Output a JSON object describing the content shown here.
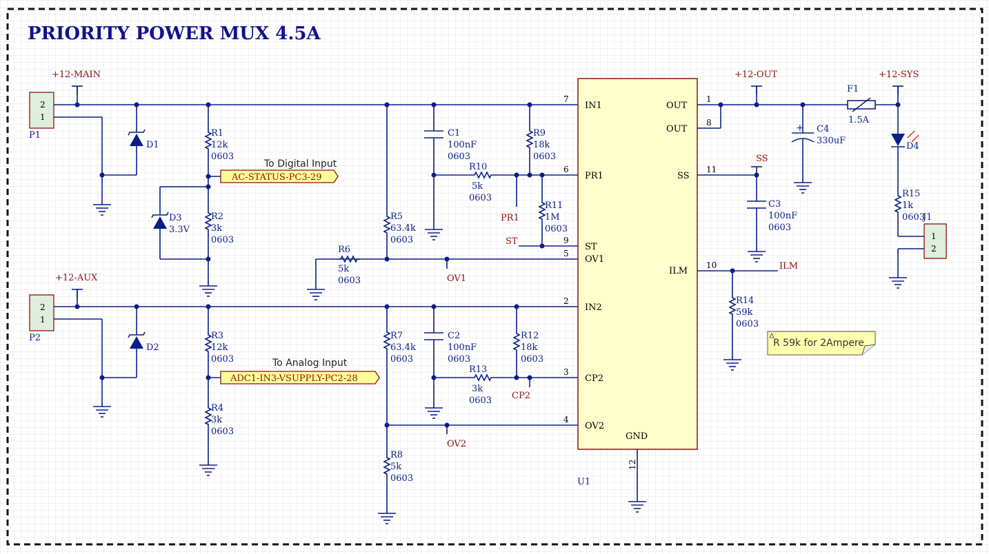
{
  "title": "PRIORITY POWER MUX 4.5A",
  "power": {
    "main": "+12-MAIN",
    "aux": "+12-AUX",
    "out": "+12-OUT",
    "sys": "+12-SYS"
  },
  "connectors": {
    "p1": {
      "ref": "P1",
      "pins": [
        "2",
        "1"
      ]
    },
    "p2": {
      "ref": "P2",
      "pins": [
        "2",
        "1"
      ]
    },
    "j1": {
      "ref": "J1",
      "pins": [
        "1",
        "2"
      ]
    }
  },
  "diodes": {
    "d1": {
      "ref": "D1"
    },
    "d2": {
      "ref": "D2"
    },
    "d3": {
      "ref": "D3",
      "value": "3.3V"
    },
    "d4": {
      "ref": "D4"
    }
  },
  "resistors": {
    "r1": {
      "ref": "R1",
      "value": "12k",
      "pkg": "0603"
    },
    "r2": {
      "ref": "R2",
      "value": "3k",
      "pkg": "0603"
    },
    "r3": {
      "ref": "R3",
      "value": "12k",
      "pkg": "0603"
    },
    "r4": {
      "ref": "R4",
      "value": "3k",
      "pkg": "0603"
    },
    "r5": {
      "ref": "R5",
      "value": "63.4k",
      "pkg": "0603"
    },
    "r6": {
      "ref": "R6",
      "value": "5k",
      "pkg": "0603"
    },
    "r7": {
      "ref": "R7",
      "value": "63.4k",
      "pkg": "0603"
    },
    "r8": {
      "ref": "R8",
      "value": "5k",
      "pkg": "0603"
    },
    "r9": {
      "ref": "R9",
      "value": "18k",
      "pkg": "0603"
    },
    "r10": {
      "ref": "R10",
      "value": "5k",
      "pkg": "0603"
    },
    "r11": {
      "ref": "R11",
      "value": "1M",
      "pkg": "0603"
    },
    "r12": {
      "ref": "R12",
      "value": "18k",
      "pkg": "0603"
    },
    "r13": {
      "ref": "R13",
      "value": "3k",
      "pkg": "0603"
    },
    "r14": {
      "ref": "R14",
      "value": "59k",
      "pkg": "0603"
    },
    "r15": {
      "ref": "R15",
      "value": "1k",
      "pkg": "0603"
    }
  },
  "capacitors": {
    "c1": {
      "ref": "C1",
      "value": "100nF",
      "pkg": "0603"
    },
    "c2": {
      "ref": "C2",
      "value": "100nF",
      "pkg": "0603"
    },
    "c3": {
      "ref": "C3",
      "value": "100nF",
      "pkg": "0603"
    },
    "c4": {
      "ref": "C4",
      "value": "330uF"
    }
  },
  "fuse": {
    "ref": "F1",
    "value": "1.5A"
  },
  "ic": {
    "ref": "U1",
    "gnd": "GND",
    "pins": {
      "in1": {
        "name": "IN1",
        "num": "7"
      },
      "pr1": {
        "name": "PR1",
        "num": "6"
      },
      "st": {
        "name": "ST",
        "num": "9"
      },
      "ov1": {
        "name": "OV1",
        "num": "5"
      },
      "in2": {
        "name": "IN2",
        "num": "2"
      },
      "cp2": {
        "name": "CP2",
        "num": "3"
      },
      "ov2": {
        "name": "OV2",
        "num": "4"
      },
      "out1": {
        "name": "OUT",
        "num": "1"
      },
      "out2": {
        "name": "OUT",
        "num": "8"
      },
      "ss": {
        "name": "SS",
        "num": "11"
      },
      "ilm": {
        "name": "ILM",
        "num": "10"
      },
      "gnd": {
        "num": "12"
      }
    }
  },
  "nets": {
    "pr1": "PR1",
    "st": "ST",
    "ov1": "OV1",
    "ov2": "OV2",
    "cp2": "CP2",
    "ss": "SS",
    "ilm": "ILM"
  },
  "ports": {
    "digital": {
      "caption": "To Digital Input",
      "label": "AC-STATUS-PC3-29"
    },
    "analog": {
      "caption": "To Analog Input",
      "label": "ADC1-IN3-VSUPPLY-PC2-28"
    }
  },
  "note": "R 59k for 2Ampere",
  "colors": {
    "wire": "#0b1e87",
    "net": "#8b1010",
    "port_fill": "#ffff99",
    "ic_fill": "#ffffcc",
    "note_fill": "#ffffb0"
  }
}
